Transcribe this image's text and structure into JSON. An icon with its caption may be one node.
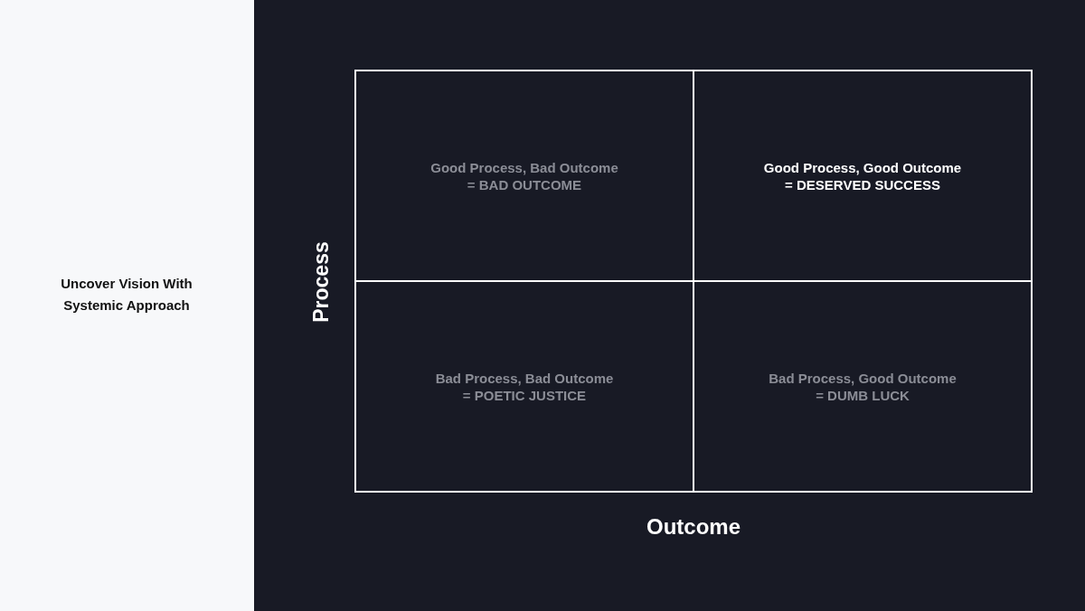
{
  "diagram": {
    "nodes": [
      {
        "text": [
          "Good Process, Bad Outcome",
          "= BAD OUTCOME"
        ]
      },
      {
        "text": [
          "Good Process, Good Outcome",
          "= DESERVED SUCCESS"
        ]
      },
      {
        "text": [
          "Bad Process, Bad Outcome",
          "= POETIC JUSTICE"
        ]
      },
      {
        "text": [
          "Bad Process, Good Outcome",
          "= DUMB LUCK"
        ]
      }
    ],
    "labels": [
      "Uncover Vision With Systemic Approach",
      "Process",
      "Outcome"
    ]
  }
}
